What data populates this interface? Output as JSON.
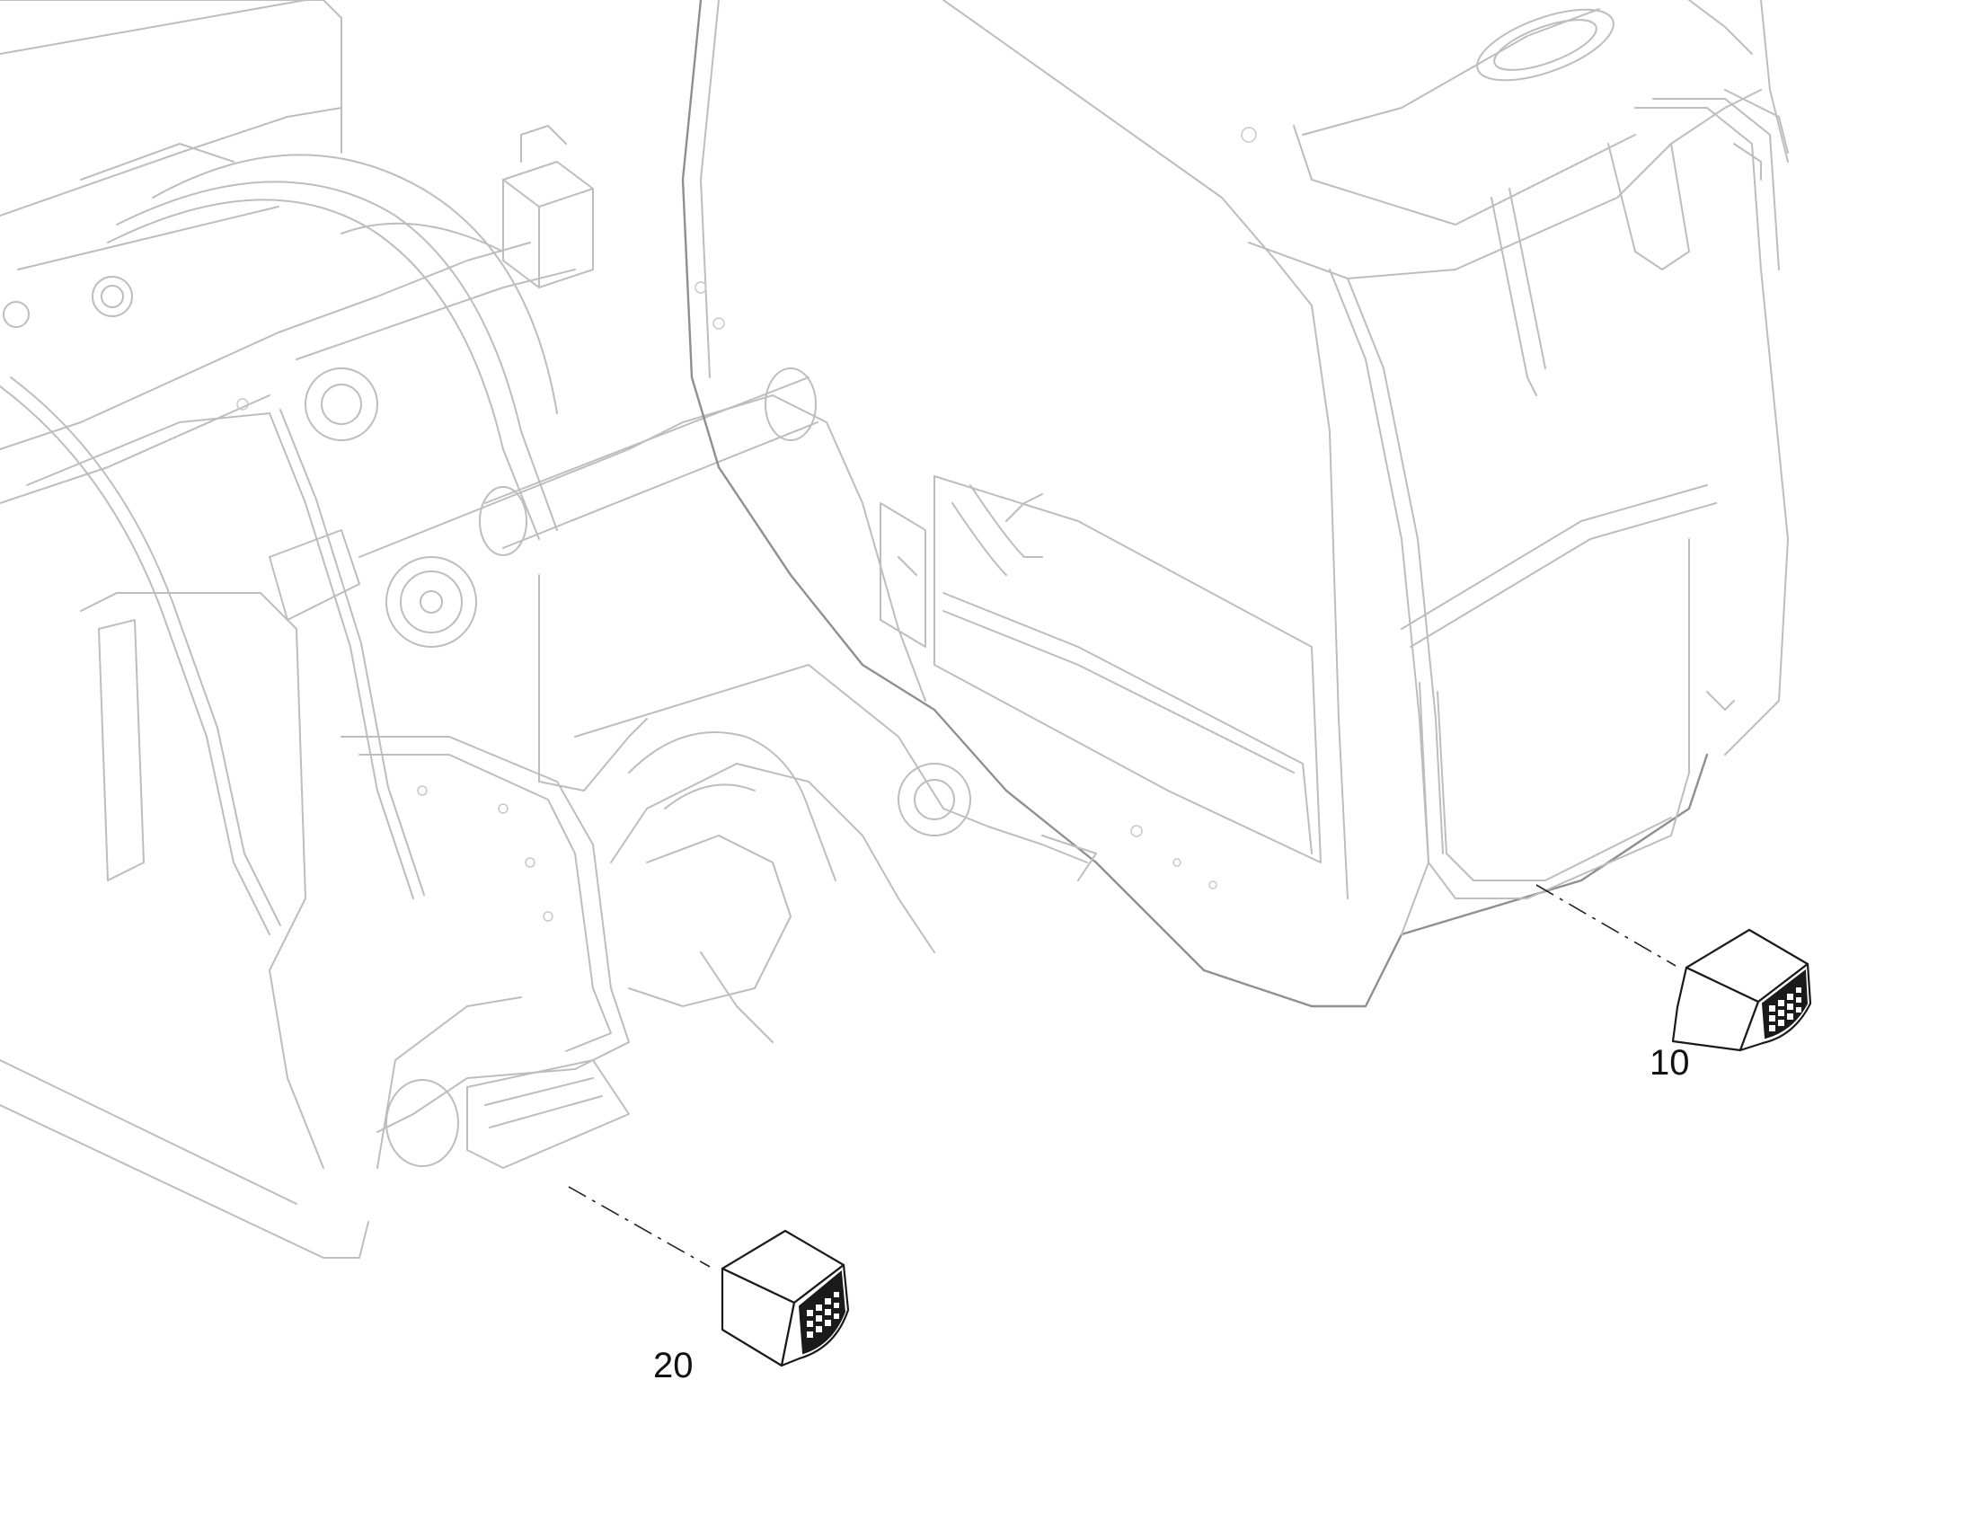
{
  "callouts": [
    {
      "id": "label-10",
      "text": "10"
    },
    {
      "id": "label-20",
      "text": "20"
    }
  ],
  "colors": {
    "background": "#ffffff",
    "assembly_line": "#bdbdbd",
    "part_line": "#1a1a1a"
  }
}
